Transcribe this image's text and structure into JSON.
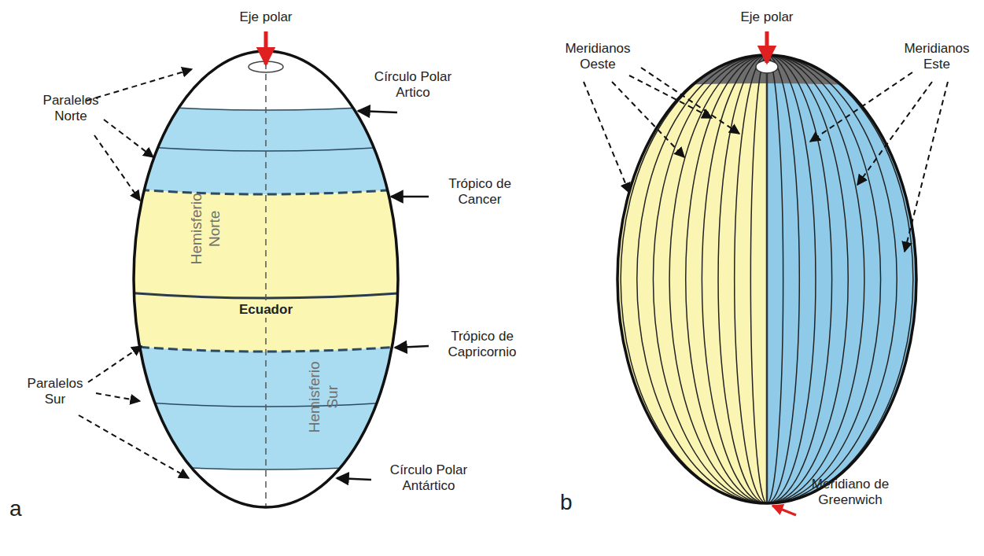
{
  "diagram": {
    "labels": [
      "Eje polar",
      "Círculo Polar Artico",
      "Paralelos Norte",
      "Trópico de Cancer",
      "Hemisferio Norte",
      "Ecuador",
      "Trópico de Capricornio",
      "Paralelos Sur",
      "Hemisferio Sur",
      "Círculo Polar Antártico",
      "a",
      "Eje polar",
      "Meridianos Oeste",
      "Meridianos Este",
      "b",
      "Meridiano de Greenwich"
    ]
  }
}
